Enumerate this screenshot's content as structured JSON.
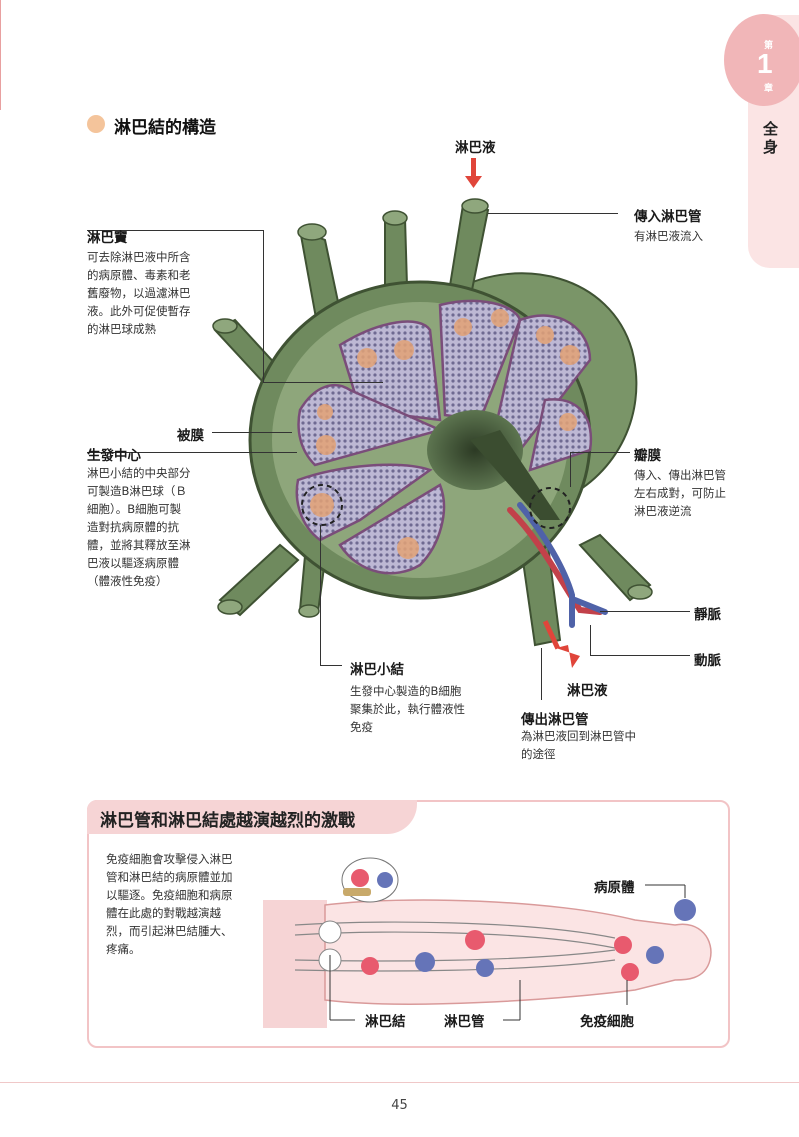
{
  "chapter": {
    "prefix": "第",
    "number": "1",
    "suffix": "章",
    "title": "全身"
  },
  "section": {
    "title": "淋巴結的構造"
  },
  "labels": {
    "lymph_fluid_top": "淋巴液",
    "afferent": {
      "title": "傳入淋巴管",
      "desc": [
        "有淋巴液流入"
      ]
    },
    "sinus": {
      "title": "淋巴竇",
      "desc": [
        "可去除淋巴液中所含",
        "的病原體、毒素和老",
        "舊廢物，以過濾淋巴",
        "液。此外可促使暫存",
        "的淋巴球成熟"
      ]
    },
    "capsule": "被膜",
    "germinal": {
      "title": "生發中心",
      "desc": [
        "淋巴小結的中央部分",
        "可製造B淋巴球（Ｂ",
        "細胞）。B細胞可製",
        "造對抗病原體的抗",
        "體，並將其釋放至淋",
        "巴液以驅逐病原體",
        "（體液性免疫）"
      ]
    },
    "valve": {
      "title": "瓣膜",
      "desc": [
        "傳入、傳出淋巴管",
        "左右成對，可防止",
        "淋巴液逆流"
      ]
    },
    "vein": "靜脈",
    "artery": "動脈",
    "nodule": {
      "title": "淋巴小結",
      "desc": [
        "生發中心製造的B細胞",
        "聚集於此，執行體液性",
        "免疫"
      ]
    },
    "lymph_fluid_bottom": "淋巴液",
    "efferent": {
      "title": "傳出淋巴管",
      "desc": [
        "為淋巴液回到淋巴管中",
        "的途徑"
      ]
    }
  },
  "box": {
    "title": "淋巴管和淋巴結處越演越烈的激戰",
    "text": [
      "免疫細胞會攻擊侵入淋巴",
      "管和淋巴結的病原體並加",
      "以驅逐。免疫細胞和病原",
      "體在此處的對戰越演越",
      "烈，而引起淋巴結腫大、",
      "疼痛。"
    ],
    "labels": {
      "pathogen": "病原體",
      "node": "淋巴結",
      "vessel": "淋巴管",
      "immune": "免疫細胞"
    }
  },
  "page_number": "45",
  "colors": {
    "accent_pink": "#f1b6b8",
    "tab_bg": "#fbe4e4",
    "node_green": "#6f8a5e",
    "lobe_purple": "#b5b0cc",
    "arrow_red": "#e0453a",
    "vein_blue": "#4f62a8",
    "artery_red": "#c2414a"
  }
}
